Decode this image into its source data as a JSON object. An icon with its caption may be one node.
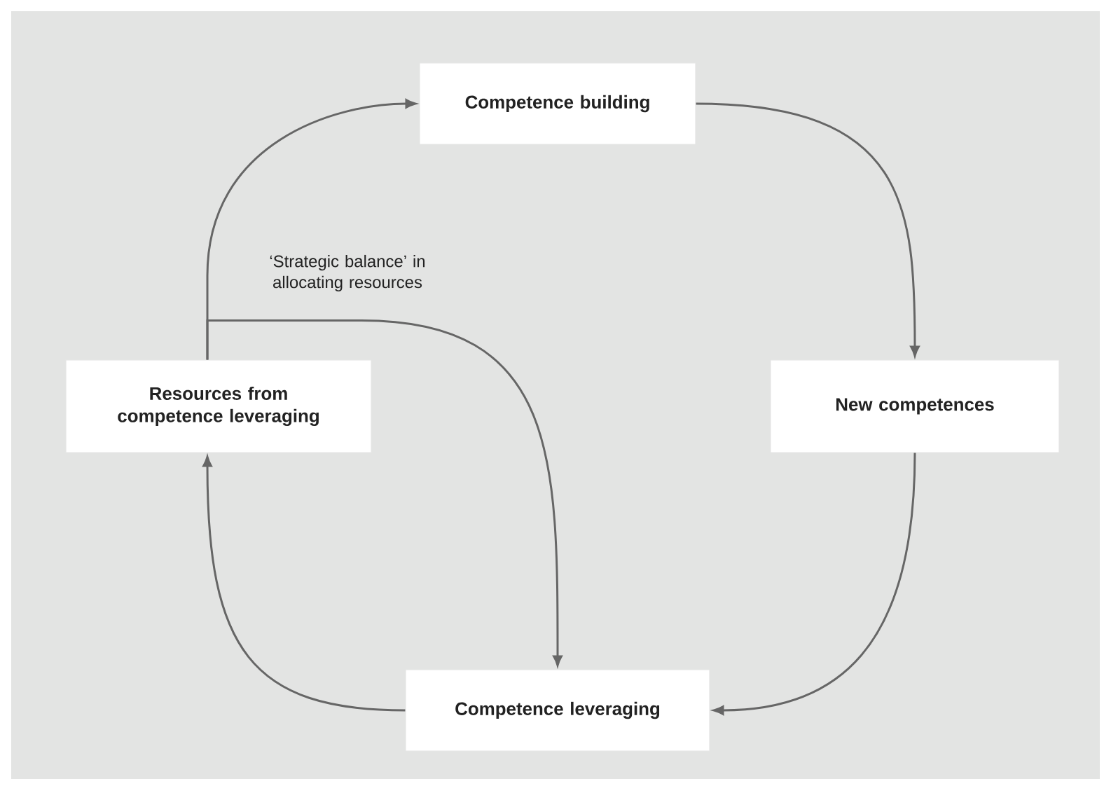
{
  "diagram": {
    "nodes": [
      {
        "text": [
          "Competence building"
        ]
      },
      {
        "text": [
          "New competences"
        ]
      },
      {
        "text": [
          "Competence leveraging"
        ]
      },
      {
        "text": [
          "Resources from competence leveraging"
        ]
      }
    ],
    "edges": [
      {
        "from": 3,
        "to": 0,
        "arrow": "to"
      },
      {
        "from": 0,
        "to": 1,
        "arrow": "to"
      },
      {
        "from": 1,
        "to": 2,
        "arrow": "to"
      },
      {
        "from": 2,
        "to": 3,
        "arrow": "to"
      },
      {
        "from": 3,
        "to": 2,
        "arrow": "to",
        "label": "‘Strategic balance’ in allocating resources"
      }
    ]
  }
}
